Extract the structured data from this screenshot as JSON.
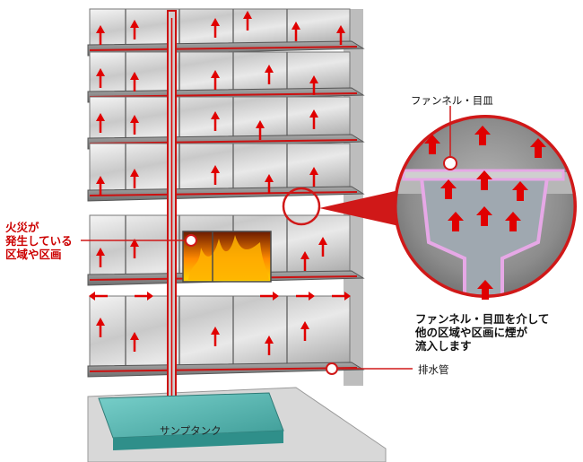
{
  "labels": {
    "fire_zone": [
      "火災が",
      "発生している",
      "区域や区画"
    ],
    "funnel_detail": "ファンネル・目皿",
    "smoke_note": [
      "ファンネル・目皿を介して",
      "他の区域や区画に煙が",
      "流入します"
    ],
    "drain_pipe": "排水管",
    "sump_tank": "サンプタンク"
  },
  "colors": {
    "smoke_arrow": "#e00000",
    "pipe": "#cc1111",
    "slab": "#8f8f8f",
    "sump_tank": "#5fbdb8",
    "fire": "#ff8a00",
    "highlight_frame": "#d01818"
  }
}
